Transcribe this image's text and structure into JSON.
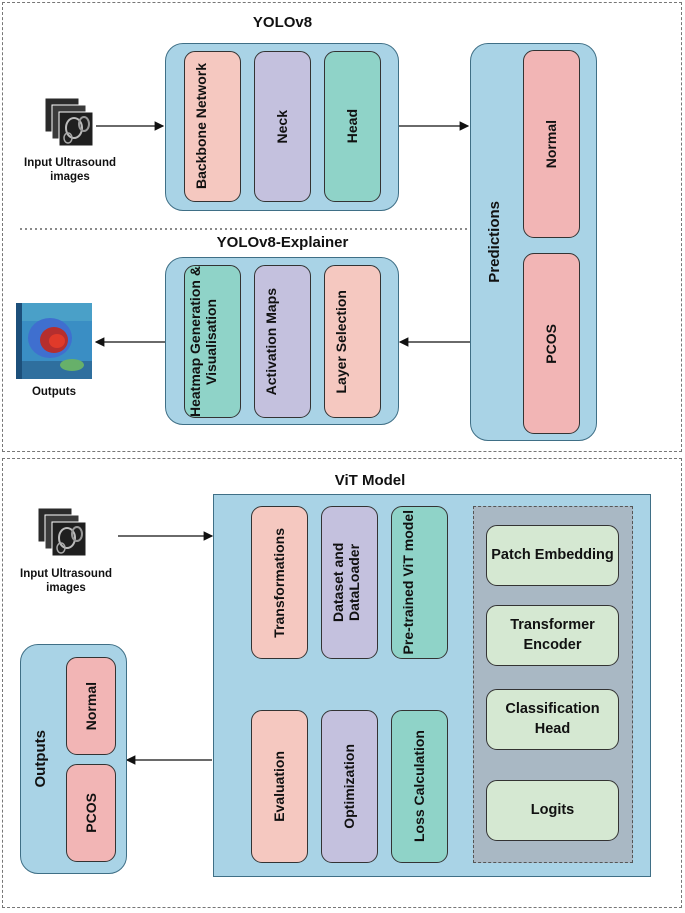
{
  "yolo": {
    "title": "YOLOv8",
    "input_label": "Input Ultrasound images",
    "blocks": {
      "backbone": "Backbone Network",
      "neck": "Neck",
      "head": "Head"
    }
  },
  "predictions": {
    "label": "Predictions",
    "normal": "Normal",
    "pcos": "PCOS"
  },
  "explainer": {
    "title": "YOLOv8-Explainer",
    "outputs_label": "Outputs",
    "blocks": {
      "heatmap": "Heatmap Generation & Visualisation",
      "activation": "Activation Maps",
      "layer": "Layer Selection"
    }
  },
  "vit": {
    "title": "ViT Model",
    "input_label": "Input Ultrasound images",
    "steps_top": {
      "transformations": "Transformations",
      "dataset": "Dataset and DataLoader",
      "pretrained": "Pre-trained ViT model"
    },
    "steps_bottom": {
      "evaluation": "Evaluation",
      "optimization": "Optimization",
      "loss": "Loss Calculation"
    },
    "arch": {
      "patch": "Patch Embedding",
      "encoder": "Transformer Encoder",
      "classification": "Classification Head",
      "logits": "Logits"
    },
    "outputs": {
      "label": "Outputs",
      "normal": "Normal",
      "pcos": "PCOS"
    }
  }
}
